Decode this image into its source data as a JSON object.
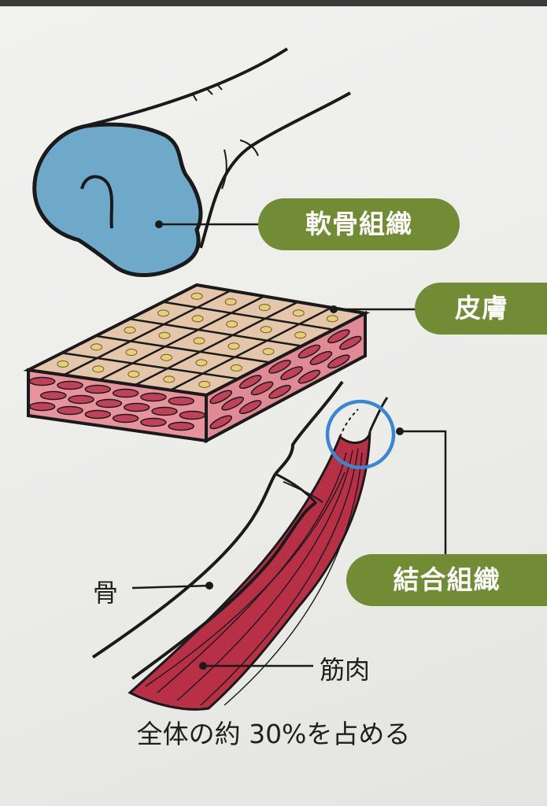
{
  "labels": {
    "cartilage": "軟骨組織",
    "skin": "皮膚",
    "connective": "結合組織",
    "bone": "骨",
    "muscle": "筋肉"
  },
  "caption": "全体の約 30%を占める",
  "colors": {
    "pill": "#718c35",
    "cartilage": "#6fa9c9",
    "skin_top": "#e4c6aa",
    "skin_nucleus": "#e8cf76",
    "skin_side": "#e08f98",
    "skin_cells": "#c0425a",
    "muscle": "#b83046",
    "highlight_circle": "#3a86d1"
  }
}
